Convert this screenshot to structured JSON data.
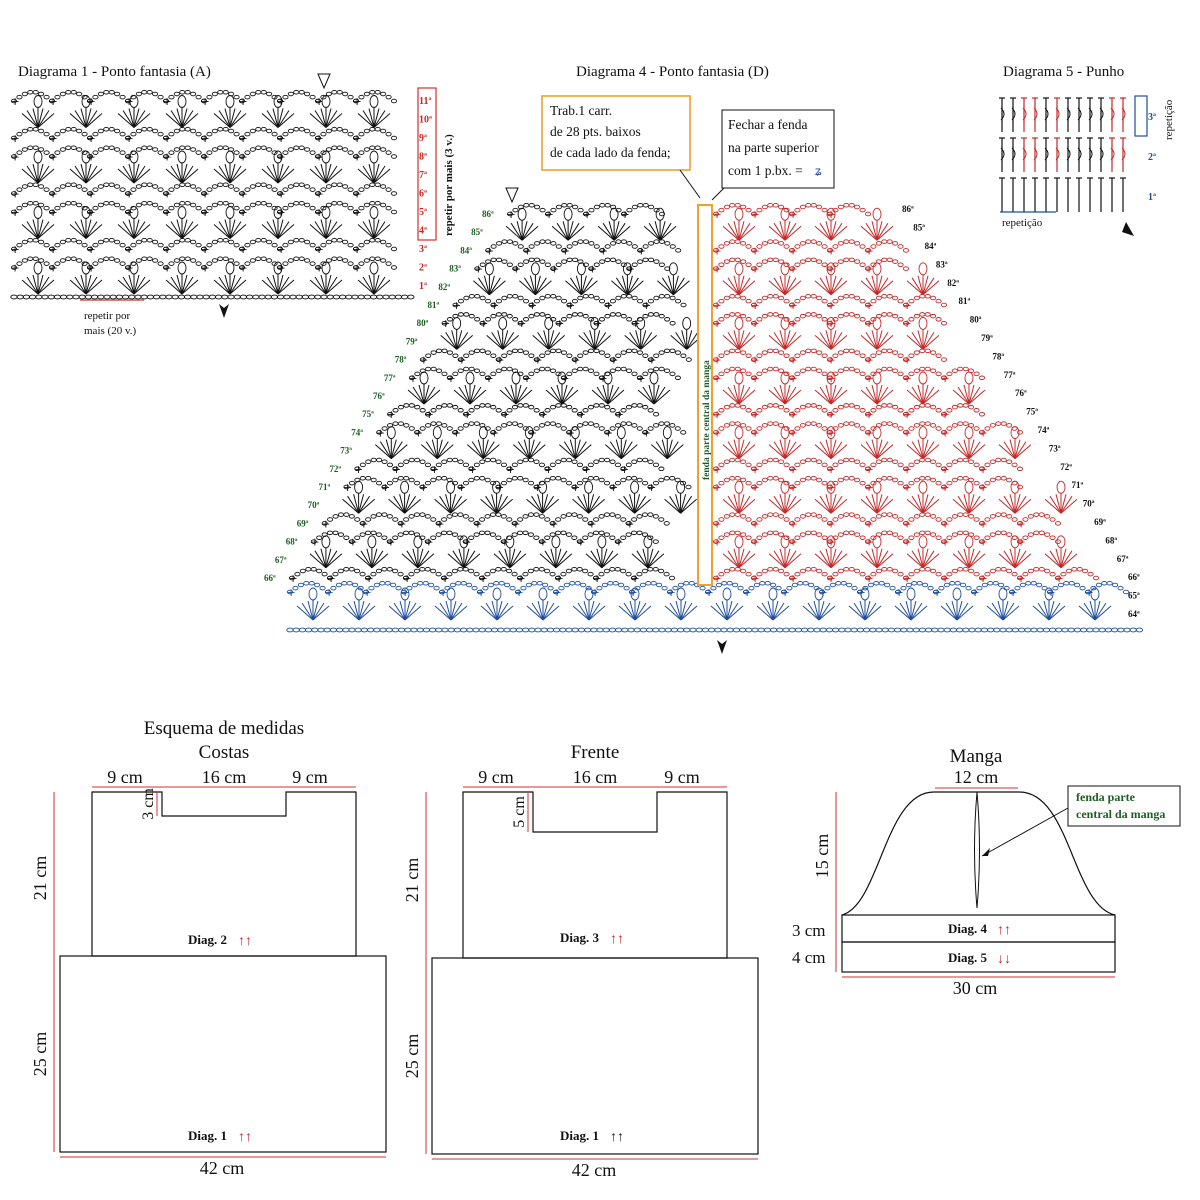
{
  "colors": {
    "ink": "#111111",
    "red": "#c62828",
    "blue": "#1f4e9c",
    "green": "#1b5e20",
    "orange": "#f0a030",
    "redline": "#d32f2f"
  },
  "diagram1": {
    "title": "Diagrama 1 - Ponto fantasia (A)",
    "rows": [
      "11ª",
      "10ª",
      "9ª",
      "8ª",
      "7ª",
      "6ª",
      "5ª",
      "4ª",
      "3ª",
      "2ª",
      "1ª"
    ],
    "repeat_rows": "repetir por mais (3 v.)",
    "repeat_cols_line1": "repetir por",
    "repeat_cols_line2": "mais (20 v.)"
  },
  "diagram4": {
    "title": "Diagrama 4 - Ponto fantasia (D)",
    "box1": [
      "Trab.1 carr.",
      "de 28 pts. baixos",
      "de cada lado da fenda;"
    ],
    "box2": [
      "Fechar a fenda",
      "na parte superior",
      "com 1 p.bx. ="
    ],
    "slit_label": "fenda parte central da manga",
    "left_rows": [
      "86ª",
      "85ª",
      "84ª",
      "83ª",
      "82ª",
      "81ª",
      "80ª",
      "79ª",
      "78ª",
      "77ª",
      "76ª",
      "75ª",
      "74ª",
      "73ª",
      "72ª",
      "71ª",
      "70ª",
      "69ª",
      "68ª",
      "67ª",
      "66ª"
    ],
    "right_rows": [
      "86ª",
      "85ª",
      "84ª",
      "83ª",
      "82ª",
      "81ª",
      "80ª",
      "79ª",
      "78ª",
      "77ª",
      "76ª",
      "75ª",
      "74ª",
      "73ª",
      "72ª",
      "71ª",
      "70ª",
      "69ª",
      "68ª",
      "67ª",
      "66ª",
      "65ª",
      "64ª"
    ]
  },
  "diagram5": {
    "title": "Diagrama 5 - Punho",
    "rows": [
      "3ª",
      "2ª",
      "1ª"
    ],
    "repeat_side": "repetição",
    "repeat_bottom": "repetição"
  },
  "schema": {
    "title": "Esquema de medidas",
    "back": {
      "title": "Costas",
      "top_left": "9 cm",
      "top_mid": "16 cm",
      "top_right": "9 cm",
      "neck": "3 cm",
      "upper_h": "21 cm",
      "lower_h": "25 cm",
      "width": "42 cm",
      "diag_upper": "Diag. 2",
      "diag_lower": "Diag. 1"
    },
    "front": {
      "title": "Frente",
      "top_left": "9 cm",
      "top_mid": "16 cm",
      "top_right": "9 cm",
      "neck": "5 cm",
      "upper_h": "21 cm",
      "lower_h": "25 cm",
      "width": "42 cm",
      "diag_upper": "Diag. 3",
      "diag_lower": "Diag. 1"
    },
    "sleeve": {
      "title": "Manga",
      "top": "12 cm",
      "cap_h": "15 cm",
      "band1_h": "3 cm",
      "band2_h": "4 cm",
      "width": "30 cm",
      "diag_band1": "Diag. 4",
      "diag_band2": "Diag. 5",
      "slit_label": [
        "fenda parte",
        "central da manga"
      ]
    }
  }
}
